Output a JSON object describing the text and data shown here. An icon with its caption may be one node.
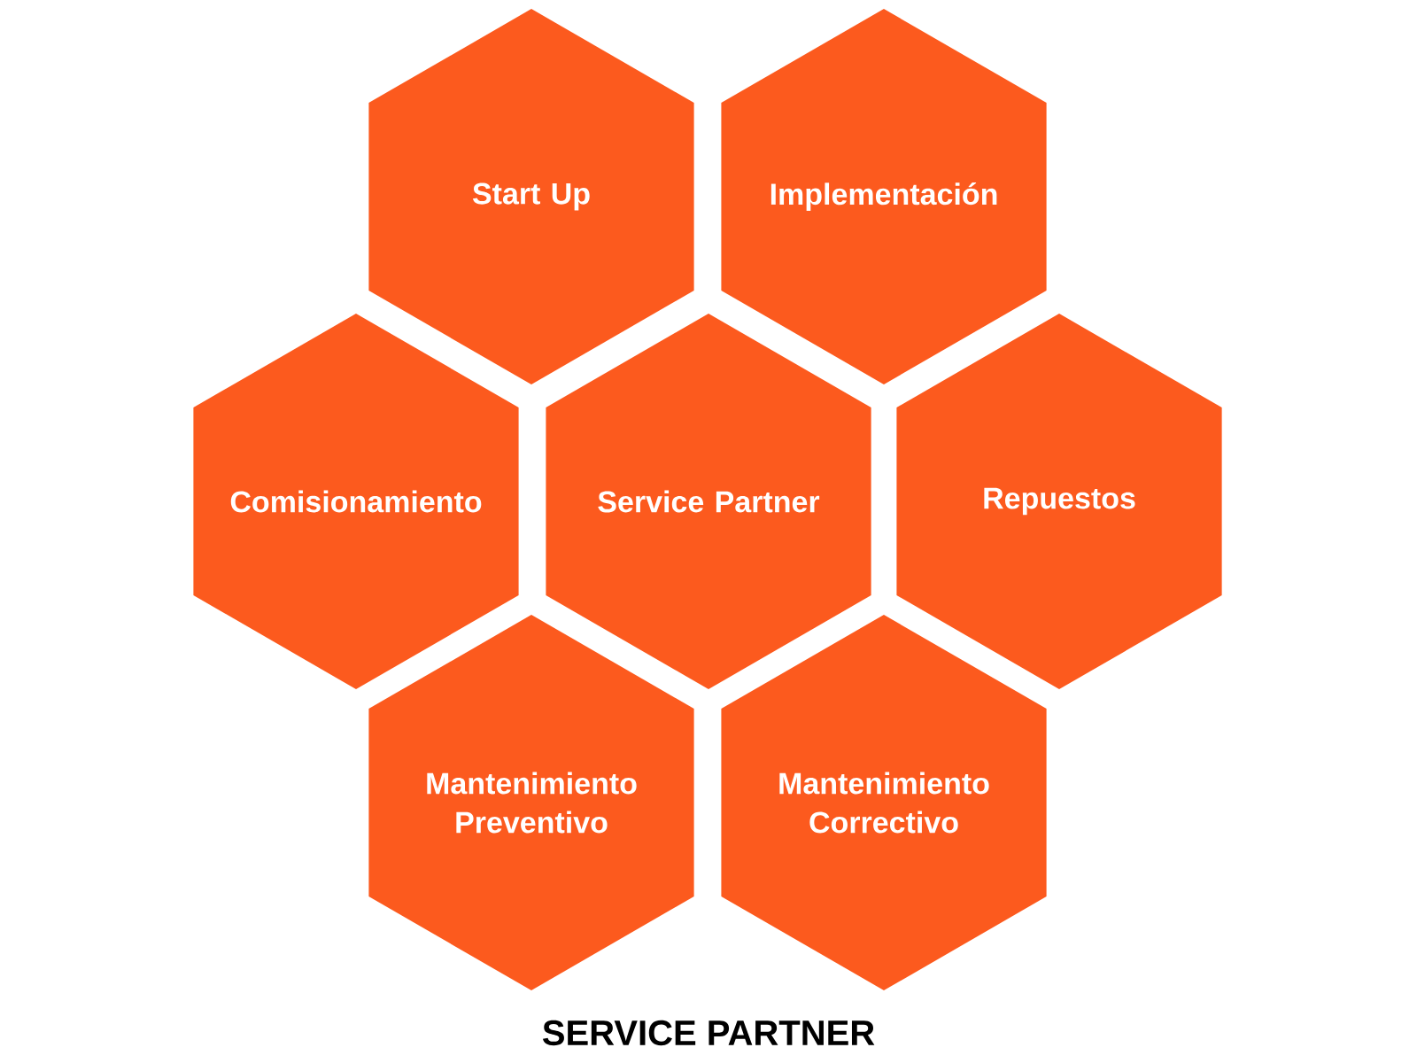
{
  "diagram": {
    "title": "SERVICE PARTNER",
    "nodes": [
      {
        "text": [
          "Start Up"
        ]
      },
      {
        "text": [
          "Implementación"
        ]
      },
      {
        "text": [
          "Comisionamiento"
        ]
      },
      {
        "text": [
          "Service Partner"
        ]
      },
      {
        "text": [
          "Repuestos"
        ]
      },
      {
        "text": [
          "Mantenimiento Preventivo"
        ]
      },
      {
        "text": [
          "Mantenimiento Correctivo"
        ]
      }
    ],
    "edges": []
  }
}
